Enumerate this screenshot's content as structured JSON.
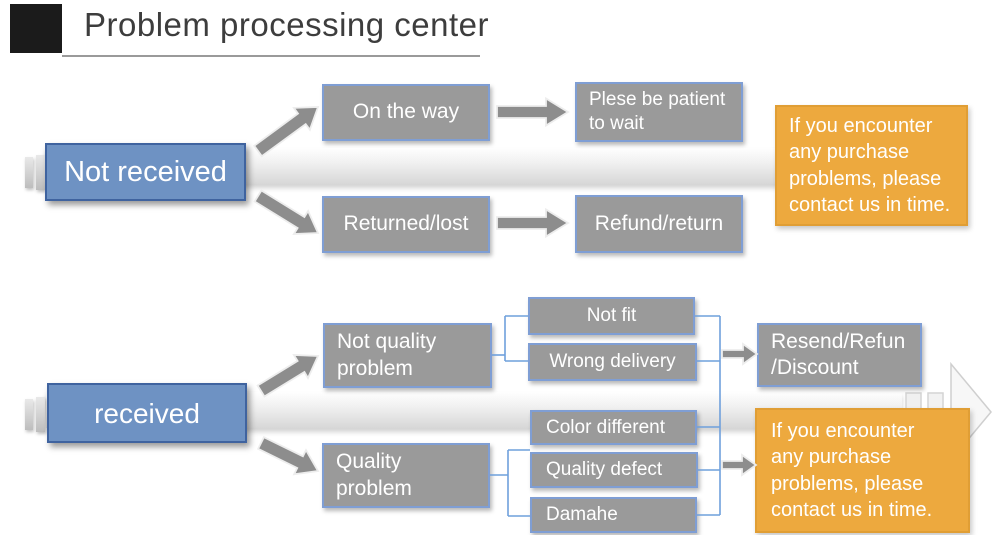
{
  "title": "Problem processing center",
  "colors": {
    "source_blue": "#6e92c3",
    "step_gray": "#9a9a9a",
    "note_orange": "#eda93e",
    "connector_blue": "#6fa0dc",
    "arrow_gray": "#8d8d8d"
  },
  "flow_not_received": {
    "source": "Not received",
    "branches": [
      {
        "step": "On the way",
        "outcome": "Plese be patient\nto wait"
      },
      {
        "step": "Returned/lost",
        "outcome": "Refund/return"
      }
    ],
    "note": "If you encounter\nany purchase\nproblems, please\ncontact us in time."
  },
  "flow_received": {
    "source": "received",
    "branches": [
      {
        "step": "Not quality\nproblem",
        "cases": [
          "Not fit",
          "Wrong delivery"
        ],
        "outcome": "Resend/Refun\n/Discount"
      },
      {
        "step": "Quality\nproblem",
        "cases": [
          "Color different",
          "Quality defect",
          "Damahe"
        ]
      }
    ],
    "note": "If you encounter\nany purchase\nproblems, please\ncontact us in time."
  }
}
